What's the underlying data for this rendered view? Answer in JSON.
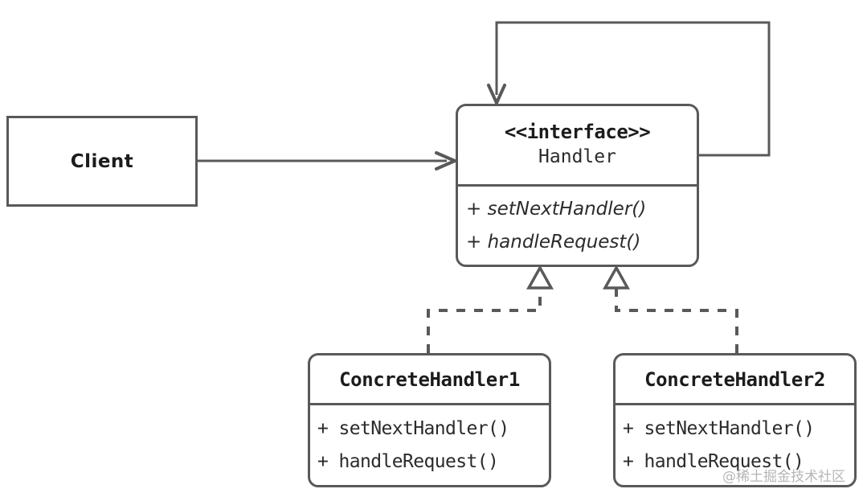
{
  "diagram": {
    "title": "Chain of Responsibility UML class diagram",
    "stroke_color": "#595959",
    "text_color": "#1c1c1c",
    "background_color": "#ffffff",
    "watermark": "@稀土掘金技术社区"
  },
  "nodes": {
    "client": {
      "name": "Client",
      "shape": "rectangle",
      "corners": "square"
    },
    "handler": {
      "stereotype": "<<interface>>",
      "name": "Handler",
      "shape": "class",
      "corners": "rounded",
      "methods": [
        "+ setNextHandler()",
        "+ handleRequest()"
      ]
    },
    "concrete_handler_1": {
      "name": "ConcreteHandler1",
      "shape": "class",
      "corners": "rounded",
      "methods": [
        "+ setNextHandler()",
        "+ handleRequest()"
      ]
    },
    "concrete_handler_2": {
      "name": "ConcreteHandler2",
      "shape": "class",
      "corners": "rounded",
      "methods": [
        "+ setNextHandler()",
        "+ handleRequest()"
      ]
    }
  },
  "edges": [
    {
      "id": "client-to-handler",
      "from": "client",
      "to": "handler",
      "type": "association",
      "line": "solid",
      "arrowhead": "open"
    },
    {
      "id": "handler-self-loop",
      "from": "handler",
      "to": "handler",
      "type": "association",
      "line": "solid",
      "arrowhead": "open"
    },
    {
      "id": "concrete1-realizes-handler",
      "from": "concrete_handler_1",
      "to": "handler",
      "type": "realization",
      "line": "dashed",
      "arrowhead": "hollow-triangle"
    },
    {
      "id": "concrete2-realizes-handler",
      "from": "concrete_handler_2",
      "to": "handler",
      "type": "realization",
      "line": "dashed",
      "arrowhead": "hollow-triangle"
    }
  ]
}
